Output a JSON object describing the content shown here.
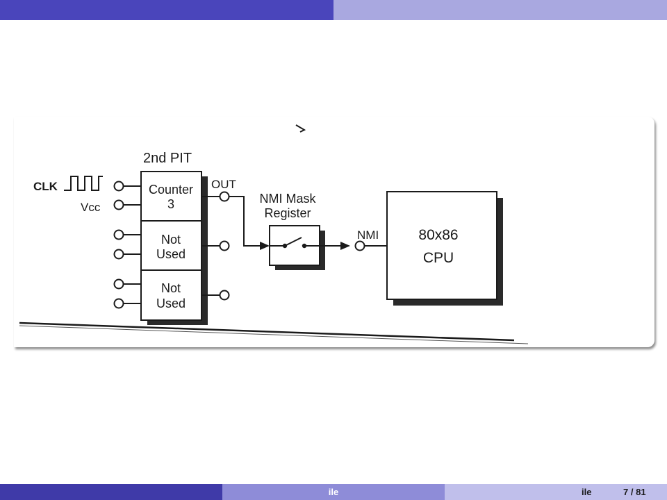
{
  "colors": {
    "header_dark": "#4a45bb",
    "header_light": "#a9a8e0",
    "footer_dark": "#3f3aa8",
    "footer_mid": "#8e8cd8",
    "footer_light": "#c0bfeb",
    "ink": "#1a1a1a",
    "shadow": "#2a2a2a"
  },
  "diagram": {
    "labels": {
      "pit_title": "2nd PIT",
      "clk": "CLK",
      "vcc": "Vcc",
      "out": "OUT",
      "nmi_mask_line1": "NMI Mask",
      "nmi_mask_line2": "Register",
      "nmi": "NMI",
      "cpu_line1": "80x86",
      "cpu_line2": "CPU"
    },
    "counters": [
      {
        "line1": "Counter",
        "line2": "3"
      },
      {
        "line1": "Not",
        "line2": "Used"
      },
      {
        "line1": "Not",
        "line2": "Used"
      }
    ]
  },
  "footer": {
    "center_title": "ile",
    "right_title": "ile",
    "page_current": "7",
    "page_separator": "/",
    "page_total": "81"
  }
}
